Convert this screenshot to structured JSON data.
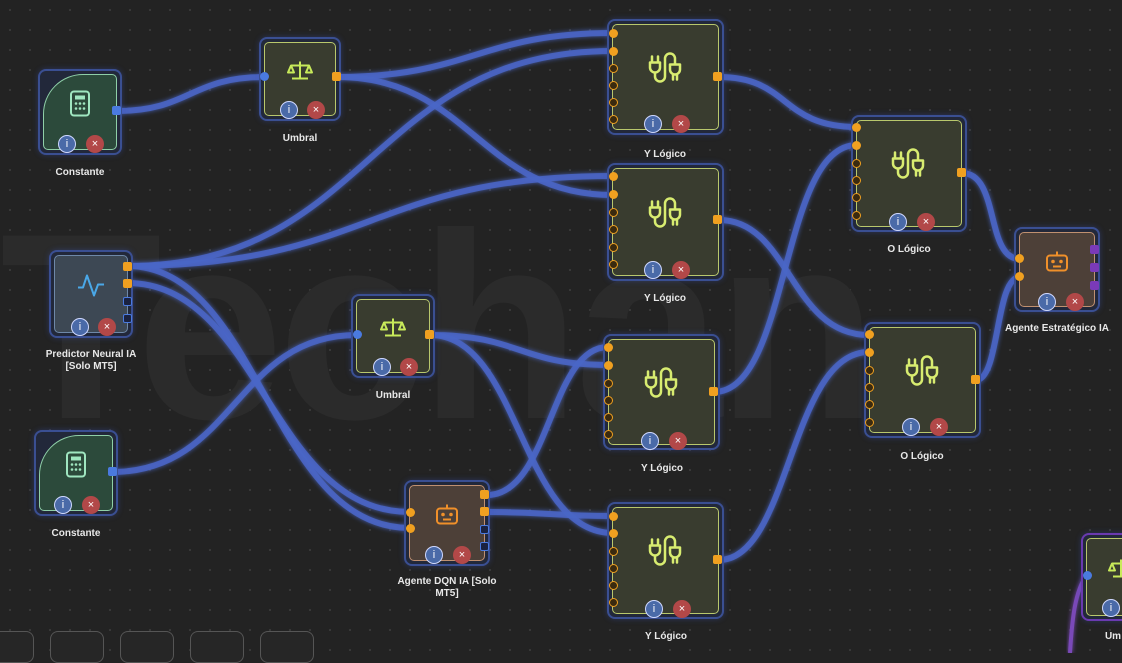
{
  "watermark": "Techan",
  "nodes": {
    "constante1": {
      "label": "Constante"
    },
    "constante2": {
      "label": "Constante"
    },
    "umbral1": {
      "label": "Umbral"
    },
    "umbral2": {
      "label": "Umbral"
    },
    "umbral3": {
      "label": "Um"
    },
    "predictor": {
      "label": "Predictor Neural IA [Solo MT5]"
    },
    "dqn": {
      "label": "Agente DQN IA [Solo MT5]"
    },
    "ylogico1": {
      "label": "Y Lógico"
    },
    "ylogico2": {
      "label": "Y Lógico"
    },
    "ylogico3": {
      "label": "Y Lógico"
    },
    "ylogico4": {
      "label": "Y Lógico"
    },
    "ologico1": {
      "label": "O Lógico"
    },
    "ologico2": {
      "label": "O Lógico"
    },
    "agente_estrategico": {
      "label": "Agente Estratégico IA"
    }
  },
  "buttons": {
    "info": "i",
    "close": "×"
  },
  "colors": {
    "wire": "#4a66c8",
    "port_orange": "#f0a020",
    "port_blue": "#4a7adf",
    "port_purple": "#7a3ab8",
    "node_border": "#3a4f92"
  },
  "icons": {
    "constante": "calculator-icon",
    "umbral": "scale-icon",
    "logic": "plug-icon",
    "predictor": "waveform-icon",
    "agent": "robot-icon"
  }
}
